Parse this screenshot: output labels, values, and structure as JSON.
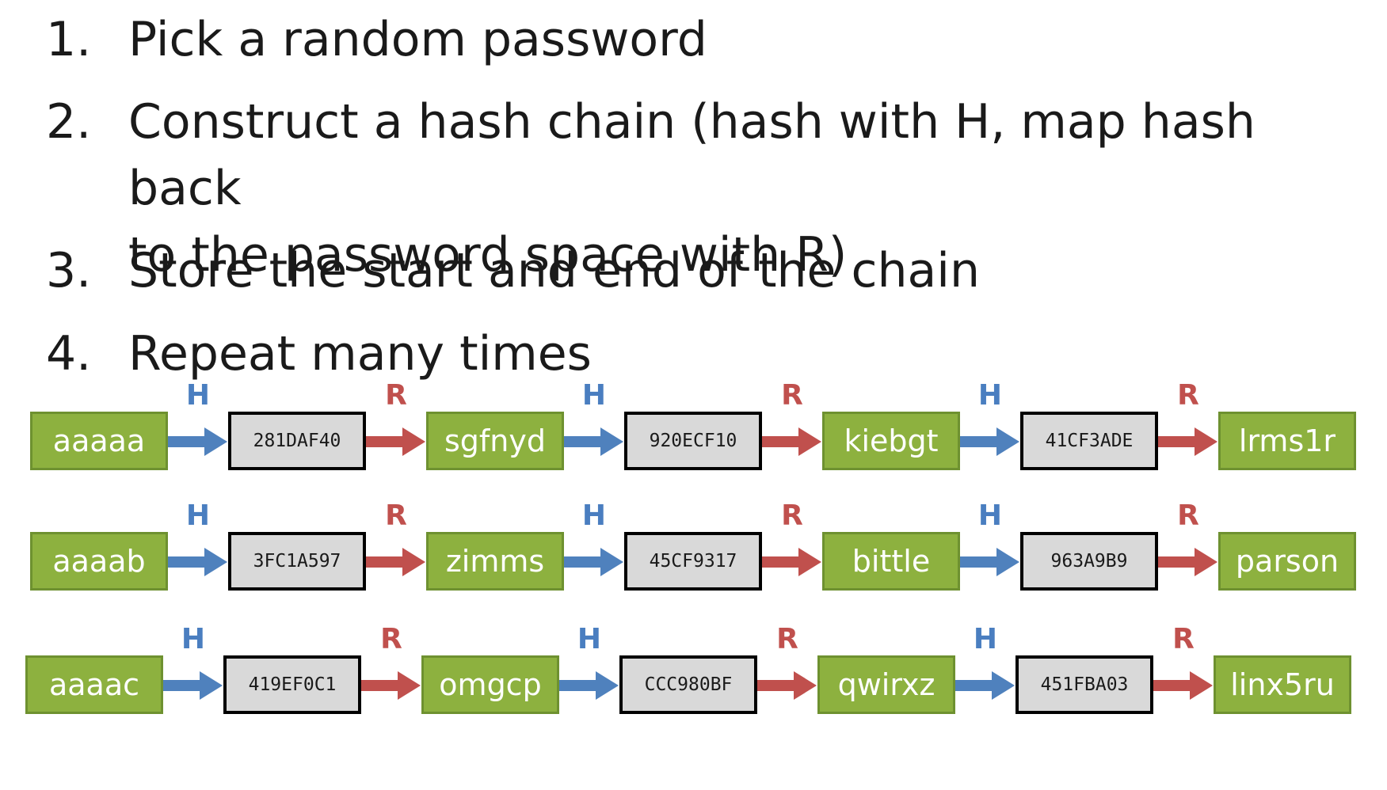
{
  "steps": [
    {
      "num": "1.",
      "text": "Pick a random password"
    },
    {
      "num": "2.",
      "text": "Construct a hash chain (hash with H, map hash back\nto the password space with R)"
    },
    {
      "num": "3.",
      "text": "Store the start and end of the chain"
    },
    {
      "num": "4.",
      "text": "Repeat many times"
    }
  ],
  "functions": {
    "hash": "H",
    "reduce": "R"
  },
  "colors": {
    "password_fill": "#8db13f",
    "hash_fill": "#d9d9d9",
    "hash_arrow": "#4f81bd",
    "reduce_arrow": "#c0504d"
  },
  "chains": [
    {
      "nodes": [
        "aaaaa",
        "281DAF40",
        "sgfnyd",
        "920ECF10",
        "kiebgt",
        "41CF3ADE",
        "lrms1r"
      ]
    },
    {
      "nodes": [
        "aaaab",
        "3FC1A597",
        "zimms",
        "45CF9317",
        "bittle",
        "963A9B9",
        "parson"
      ]
    },
    {
      "nodes": [
        "aaaac",
        "419EF0C1",
        "omgcp",
        "CCC980BF",
        "qwirxz",
        "451FBA03",
        "linx5ru"
      ]
    }
  ]
}
